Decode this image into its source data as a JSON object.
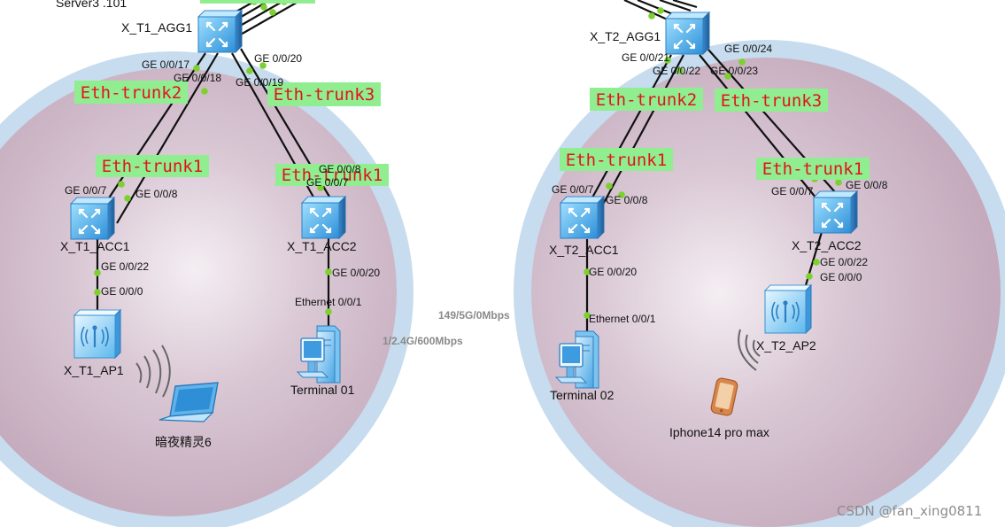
{
  "colors": {
    "area_outer": "#c9dff0",
    "area_inner": "#cfb9c8",
    "trunk_bg": "#90ee90",
    "trunk_text": "#e0141e",
    "link": "#111111",
    "port_dot": "#7cd12f",
    "device_blue": "#3aa3e8"
  },
  "partial_top_label": "Server3 .101",
  "devices": {
    "t1_agg1": "X_T1_AGG1",
    "t2_agg1": "X_T2_AGG1",
    "t1_acc1": "X_T1_ACC1",
    "t1_acc2": "X_T1_ACC2",
    "t2_acc1": "X_T2_ACC1",
    "t2_acc2": "X_T2_ACC2",
    "t1_ap1": "X_T1_AP1",
    "t2_ap2": "X_T2_AP2",
    "terminal01": "Terminal 01",
    "terminal02": "Terminal 02",
    "laptop": "暗夜精灵6",
    "phone": "Iphone14 pro max"
  },
  "trunks": {
    "t1_agg_trunk2": "Eth-trunk2",
    "t1_agg_trunk3": "Eth-trunk3",
    "t1_acc1_trunk1": "Eth-trunk1",
    "t1_acc2_trunk1": "Eth-trunk1",
    "t2_agg_trunk2": "Eth-trunk2",
    "t2_agg_trunk3": "Eth-trunk3",
    "t2_acc1_trunk1": "Eth-trunk1",
    "t2_acc2_trunk1": "Eth-trunk1"
  },
  "ports": {
    "t1_agg_p17": "GE 0/0/17",
    "t1_agg_p18": "GE 0/0/18",
    "t1_agg_p19": "GE 0/0/19",
    "t1_agg_p20": "GE 0/0/20",
    "t1_acc1_p7": "GE 0/0/7",
    "t1_acc1_p8": "GE 0/0/8",
    "t1_acc1_p22": "GE 0/0/22",
    "t1_ap1_p0": "GE 0/0/0",
    "t1_acc2_p8": "GE 0/0/8",
    "t1_acc2_p7": "GE 0/0/7",
    "t1_acc2_p20": "GE 0/0/20",
    "term01_eth": "Ethernet 0/0/1",
    "t2_agg_p21": "GE 0/0/21",
    "t2_agg_p22": "GE 0/0/22",
    "t2_agg_p23": "GE 0/0/23",
    "t2_agg_p24": "GE 0/0/24",
    "t2_acc1_p7": "GE 0/0/7",
    "t2_acc1_p8": "GE 0/0/8",
    "t2_acc1_p20": "GE 0/0/20",
    "term02_eth": "Ethernet 0/0/1",
    "t2_acc2_p7": "GE 0/0/7",
    "t2_acc2_p8": "GE 0/0/8",
    "t2_acc2_p22": "GE 0/0/22",
    "t2_ap2_p0": "GE 0/0/0"
  },
  "rates": {
    "rate1": "149/5G/0Mbps",
    "rate2": "1/2.4G/600Mbps"
  },
  "watermark": "CSDN @fan_xing0811",
  "icons": {
    "switch": "switch-icon",
    "ap": "access-point-icon",
    "pc": "pc-icon",
    "laptop": "laptop-icon",
    "phone": "phone-icon",
    "wifi": "wifi-signal-icon"
  }
}
